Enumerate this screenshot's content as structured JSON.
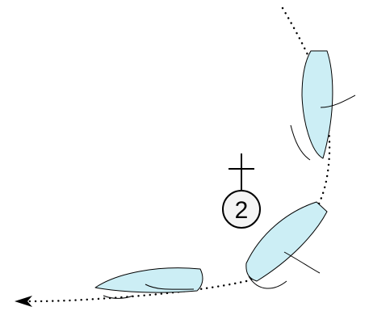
{
  "colors": {
    "hull_fill": "#cceef5",
    "line": "#000000",
    "mark_fill": "#f4f4f4"
  },
  "mark": {
    "number": "2",
    "symbol": "cross"
  },
  "boats": [
    {
      "name": "boat-1"
    },
    {
      "name": "boat-2"
    },
    {
      "name": "boat-3"
    }
  ],
  "course": {
    "line_style": "dotted",
    "end": "arrow"
  }
}
